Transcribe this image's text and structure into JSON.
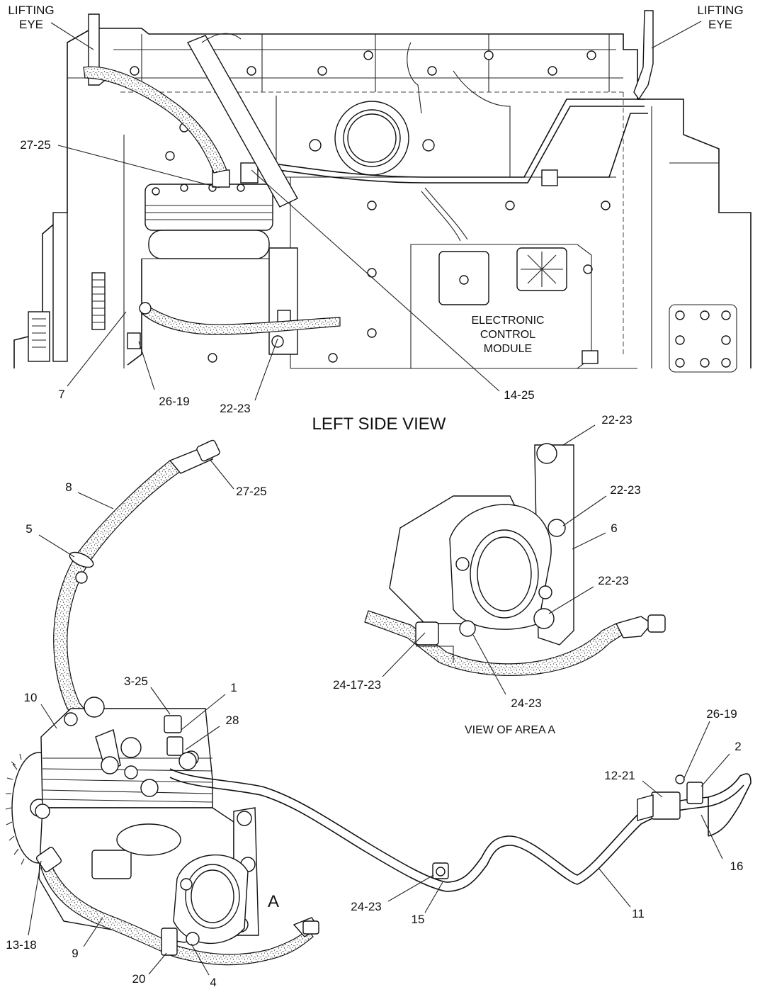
{
  "views": {
    "left_side_view": {
      "title": "LEFT SIDE VIEW",
      "labels": {
        "lifting_eye_left": [
          "LIFTING",
          "EYE"
        ],
        "lifting_eye_right": [
          "LIFTING",
          "EYE"
        ],
        "ecm": [
          "ELECTRONIC",
          "CONTROL",
          "MODULE"
        ]
      },
      "callouts": [
        "27-25",
        "7",
        "26-19",
        "22-23",
        "14-25"
      ]
    },
    "area_a": {
      "title": "VIEW OF AREA  A",
      "callouts": [
        "22-23",
        "22-23",
        "6",
        "22-23",
        "24-17-23",
        "24-23"
      ]
    },
    "compressor_view": {
      "area_marker": "A",
      "callouts": [
        "8",
        "27-25",
        "5",
        "10",
        "3-25",
        "1",
        "28",
        "26-19",
        "2",
        "12-21",
        "16",
        "13-18",
        "9",
        "20",
        "4",
        "24-23",
        "15",
        "11"
      ]
    }
  },
  "icons": [
    "air-compressor",
    "air-line-hose",
    "fuel-line-tube",
    "electronic-control-module",
    "mounting-bracket",
    "lifting-eye",
    "gear"
  ]
}
